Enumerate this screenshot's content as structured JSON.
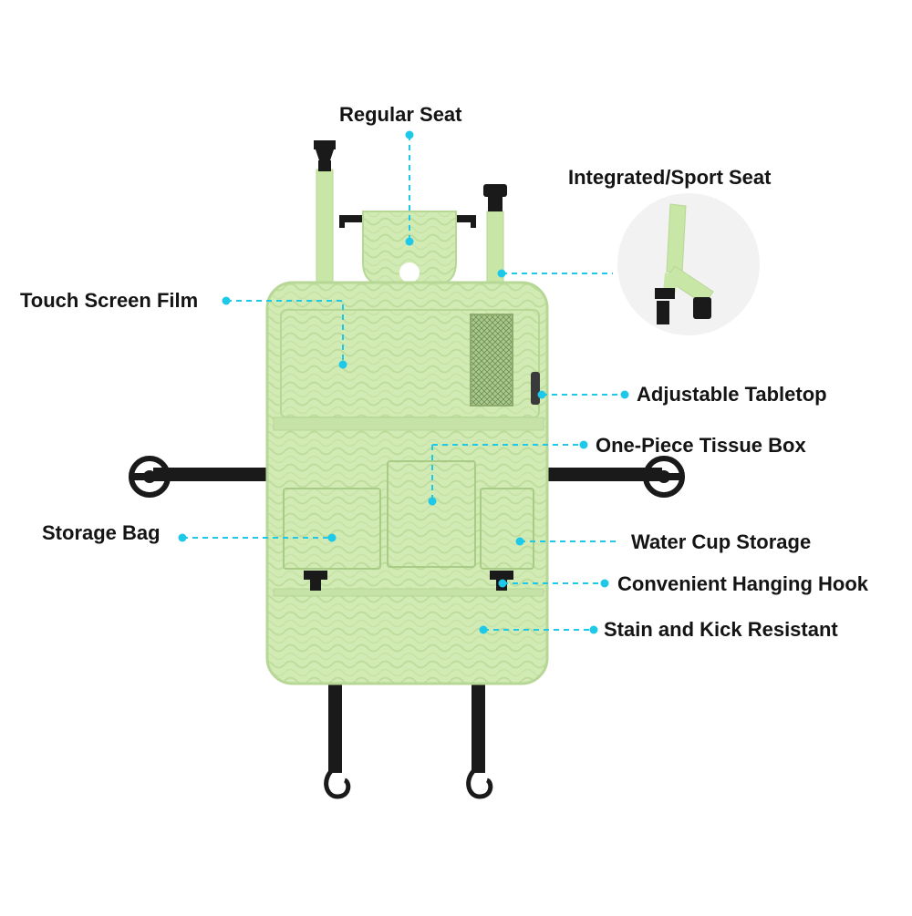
{
  "colors": {
    "accent": "#1ec8e8",
    "product": "#d2ebb5",
    "product_edge": "#b7d796",
    "strap": "#1a1a1a",
    "text": "#141414"
  },
  "callouts": {
    "regular_seat": "Regular Seat",
    "integrated_sport_seat": "Integrated/Sport Seat",
    "touch_screen_film": "Touch Screen Film",
    "adjustable_tabletop": "Adjustable Tabletop",
    "one_piece_tissue_box": "One-Piece Tissue Box",
    "storage_bag": "Storage Bag",
    "water_cup_storage": "Water Cup Storage",
    "convenient_hanging_hook": "Convenient Hanging Hook",
    "stain_and_kick_resistant": "Stain and Kick Resistant"
  },
  "icons": [
    "buckle-icon",
    "hook-icon",
    "mesh-pocket-icon",
    "strap-icon"
  ]
}
